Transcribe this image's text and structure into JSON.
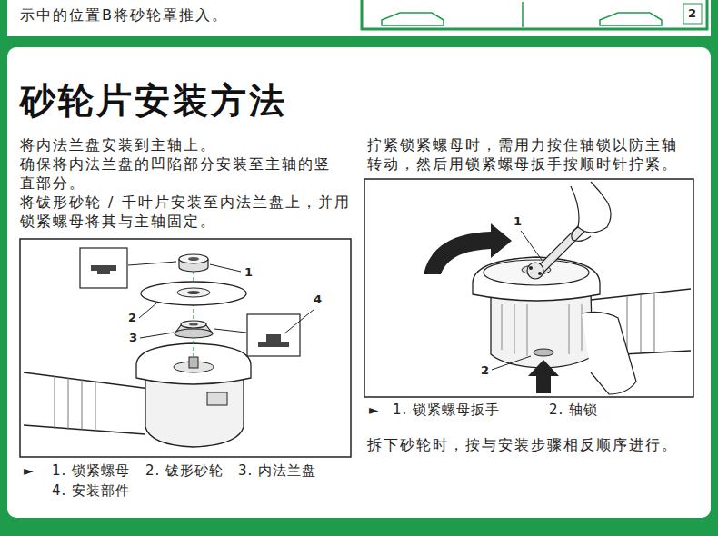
{
  "diagram": {
    "title": "砂轮片安装方法",
    "labels": [
      "示中的位置B将砂轮罩推入。",
      "2",
      "将内法兰盘安装到主轴上。",
      "确保将内法兰盘的凹陷部分安装至主轴的竖直部分。",
      "将钹形砂轮 / 千叶片安装至内法兰盘上，并用锁紧螺母将其与主轴固定。",
      "拧紧锁紧螺母时，需用力按住轴锁以防主轴转动，然后用锁紧螺母扳手按顺时针拧紧。",
      "1",
      "2",
      "3",
      "4",
      "►",
      "1. 锁紧螺母",
      "2. 钹形砂轮",
      "3. 内法兰盘",
      "4. 安装部件",
      "1",
      "2",
      "►",
      "1. 锁紧螺母扳手",
      "2. 轴锁",
      "拆下砂轮时，按与安装步骤相反顺序进行。"
    ]
  }
}
